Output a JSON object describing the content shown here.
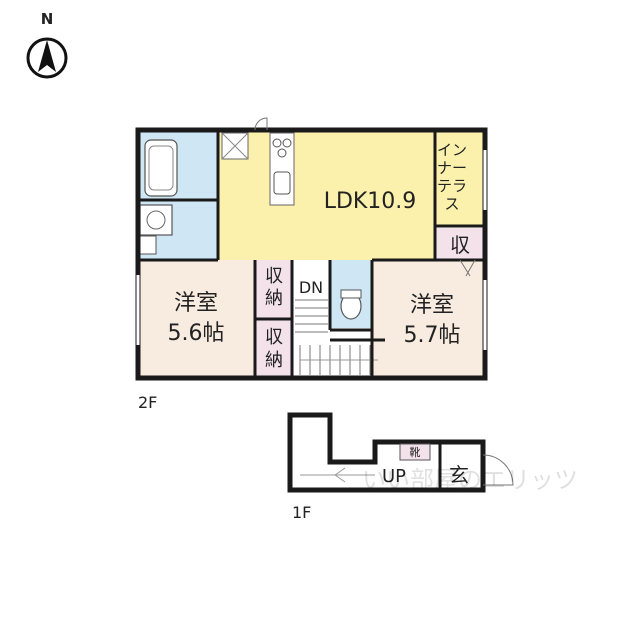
{
  "compass": {
    "north_label": "N"
  },
  "floor2": {
    "floor_label": "2F",
    "rooms": {
      "ldk": "LDK10.9",
      "inner_terrace": [
        "イン",
        "ナー",
        "テラ",
        "ス"
      ],
      "closet_top": "収",
      "western_left": {
        "name": "洋室",
        "size": "5.6帖"
      },
      "western_right": {
        "name": "洋室",
        "size": "5.7帖"
      },
      "storage_1": [
        "収",
        "納"
      ],
      "storage_2": [
        "収",
        "納"
      ],
      "stairs_down": "DN"
    }
  },
  "floor1": {
    "floor_label": "1F",
    "rooms": {
      "stairs_up": "UP",
      "entrance": "玄",
      "shoe_box": "靴"
    }
  },
  "watermark": "いい部屋のエリッツ",
  "colors": {
    "wall": "#1a1a1a",
    "ldk_fill": "#fbf1ad",
    "wet_fill": "#cfe6f5",
    "room_fill": "#f8ebe0",
    "storage_fill": "#f3e2ea"
  }
}
